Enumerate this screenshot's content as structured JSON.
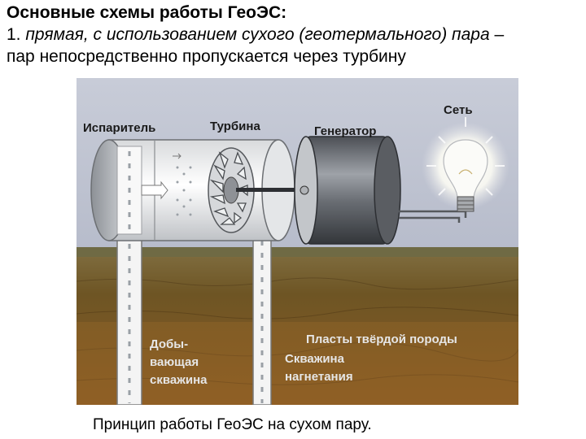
{
  "heading": {
    "title": "Основные схемы работы ГеоЭС:",
    "line1_number": "1. ",
    "line1_italic": "прямая, с использованием сухого (геотермального) пара",
    "line1_tail": " –",
    "line2": "пар непосредственно пропускается через турбину"
  },
  "diagram": {
    "labels": {
      "evaporator": "Испаритель",
      "turbine": "Турбина",
      "generator": "Генератор",
      "grid": "Сеть",
      "production_well": [
        "Добы-",
        "вающая",
        "скважина"
      ],
      "rock_layers": "Пласты твёрдой породы",
      "injection_well": [
        "Скважина",
        "нагнетания"
      ]
    }
  },
  "caption": "Принцип работы ГеоЭС на сухом пару."
}
